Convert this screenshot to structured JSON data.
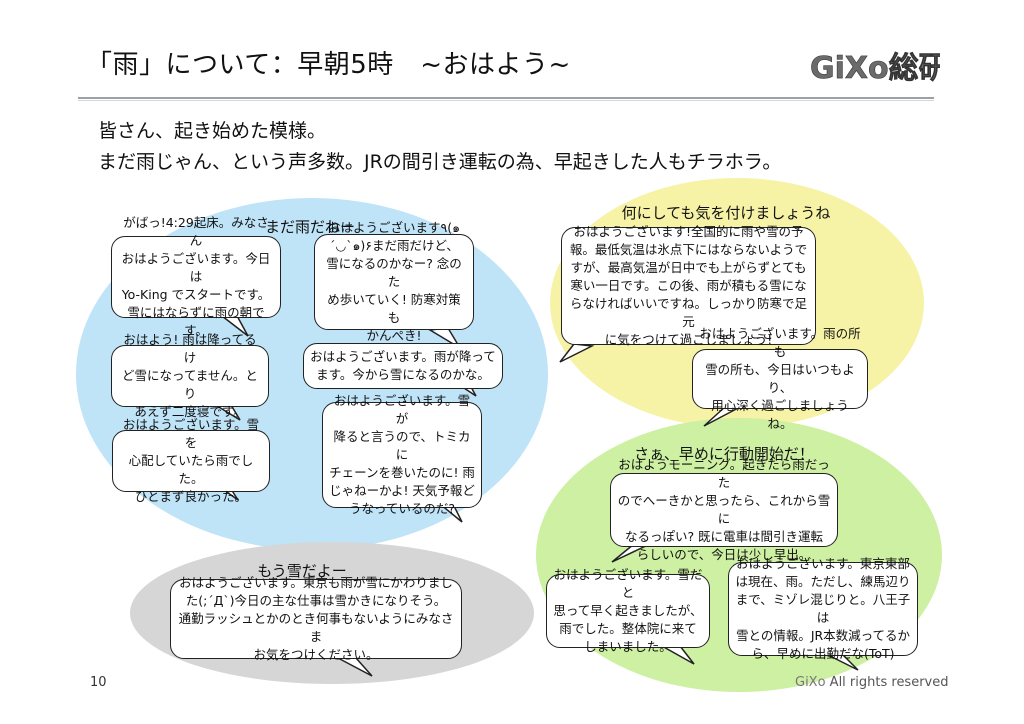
{
  "title": "「雨」について：早朝5時　~おはよう~",
  "logo_text": "GiXo総研",
  "lead": {
    "line1": "皆さん、起き始めた模様。",
    "line2": "まだ雨じゃん、という声多数。JRの間引き運転の為、早起きした人もチラホラ。"
  },
  "regions": {
    "blue": {
      "label": "まだ雨だねー",
      "color": "#bfe3f7"
    },
    "yellow": {
      "label": "何にしても気を付けましょうね",
      "color": "#f7f3a6"
    },
    "green": {
      "label": "さぁ、早めに行動開始だ！",
      "color": "#cdf0a2"
    },
    "gray": {
      "label": "もう雪だよー",
      "color": "#d6d6d6"
    }
  },
  "bubbles": {
    "b1": "がばっ!4:29起床。みなさん\nおはようございます。今日は\nYo-King でスタートです。\n雪にはならずに雨の朝です。",
    "b2": "おはようございます٩(๑\n´◡`๑)۶まだ雨だけど、\n雪になるのかなー? 念のた\nめ歩いていく! 防寒対策も\nかんぺき!",
    "b3": "おはよう! 雨は降ってるけ\nど雪になってません。とり\nあえず二度寝です。",
    "b4": "おはようございます。雨が降って\nます。今から雪になるのかな。",
    "b5": "おはようございます。雪を\n心配していたら雨でした。\nひとまず良かった。",
    "b6": "おはようございます。雪が\n降ると言うので、トミカに\nチェーンを巻いたのに! 雨\nじゃねーかよ! 天気予報ど\nうなっているのだ?",
    "b7": "おはようございます!全国的に雨や雪の予\n報。最低気温は氷点下にはならないようで\nすが、最高気温が日中でも上がらずとても\n寒い一日です。この後、雨が積もる雪にな\nらなければいいですね。しっかり防寒で足元\nに気をつけて過ごしましょう!",
    "b8": "おはようございます。雨の所も\n雪の所も、今日はいつもより、\n用心深く過ごしましょうね。",
    "b9": "おはようモーニング。起きたら雨だった\nのでへーきかと思ったら、これから雪に\nなるっぽい? 既に電車は間引き運転\nらしいので、今日は少し早出。",
    "b10": "おはようございます。雪だと\n思って早く起きましたが、\n雨でした。整体院に来て\nしまいました。",
    "b11": "おはようございます。東京東部\nは現在、雨。ただし、練馬辺り\nまで、ミゾレ混じりと。八王子は\n雪との情報。JR本数減ってるか\nら、早めに出勤だな(ToT)",
    "b12": "おはようございます。東京も雨が雪にかわりまし\nた(;´Д`)今日の主な仕事は雪かきになりそう。\n通勤ラッシュとかのとき何事もないようにみなさま\nお気をつけください。"
  },
  "footer": {
    "page_number": "10",
    "brand": "GiXo",
    "rights": " All rights reserved"
  }
}
